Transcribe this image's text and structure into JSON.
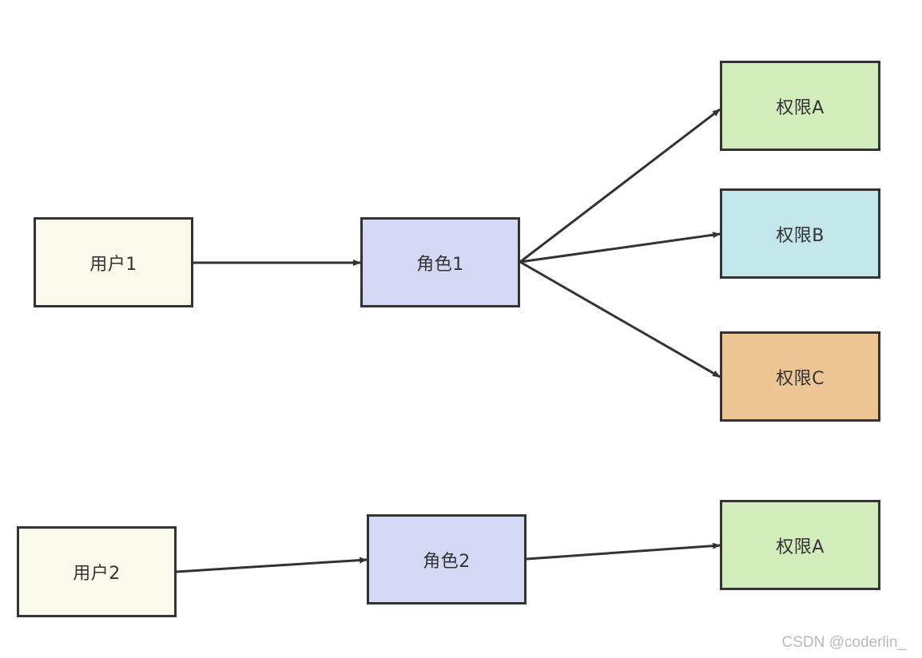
{
  "nodes": [
    {
      "key": "user1",
      "label": "用户1",
      "fill": "#fafaea"
    },
    {
      "key": "role1",
      "label": "角色1",
      "fill": "#d5d8f5"
    },
    {
      "key": "permA1",
      "label": "权限A",
      "fill": "#d2ecbb"
    },
    {
      "key": "permB",
      "label": "权限B",
      "fill": "#c2e6ea"
    },
    {
      "key": "permC",
      "label": "权限C",
      "fill": "#eec595"
    },
    {
      "key": "user2",
      "label": "用户2",
      "fill": "#fafaea"
    },
    {
      "key": "role2",
      "label": "角色2",
      "fill": "#d5d8f5"
    },
    {
      "key": "permA2",
      "label": "权限A",
      "fill": "#d2ecbb"
    }
  ],
  "edges": [
    {
      "from": "user1",
      "to": "role1"
    },
    {
      "from": "role1",
      "to": "permA1"
    },
    {
      "from": "role1",
      "to": "permB"
    },
    {
      "from": "role1",
      "to": "permC"
    },
    {
      "from": "user2",
      "to": "role2"
    },
    {
      "from": "role2",
      "to": "permA2"
    }
  ],
  "colors": {
    "border": "#333333",
    "edge": "#333333",
    "watermark": "#b9b9b9"
  },
  "watermark": "CSDN @coderlin_"
}
